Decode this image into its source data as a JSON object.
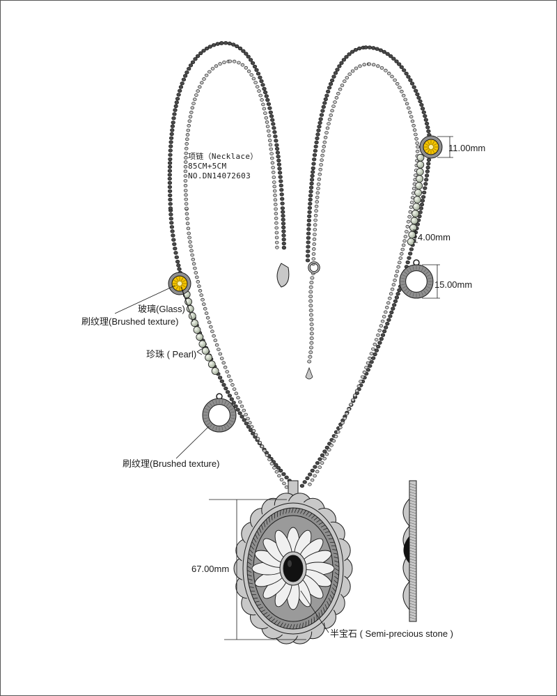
{
  "product": {
    "name": "项链（Necklace）",
    "length": "85CM+5CM",
    "number": "NO.DN14072603"
  },
  "callouts": {
    "glass": "玻璃(Glass)",
    "brushed_texture_upper": "刷纹理(Brushed texture)",
    "pearl": "珍珠 ( Pearl)",
    "brushed_texture_lower": "刷纹理(Brushed texture)",
    "semi_precious_stone": "半宝石 ( Semi-precious stone )"
  },
  "dimensions": {
    "glass_charm_diameter": "11.00mm",
    "pearl_diameter": "4.00mm",
    "ring_charm_diameter": "15.00mm",
    "pendant_height": "67.00mm"
  },
  "colors": {
    "outline": "#1a1a1a",
    "metal_dark": "#4a4a4a",
    "metal_mid": "#8f8f8f",
    "metal_light": "#c8c8c8",
    "pearl": "#c9d3c0",
    "glass_yellow": "#f5c400",
    "stone": "#111111",
    "petal": "#f0f0f0"
  }
}
